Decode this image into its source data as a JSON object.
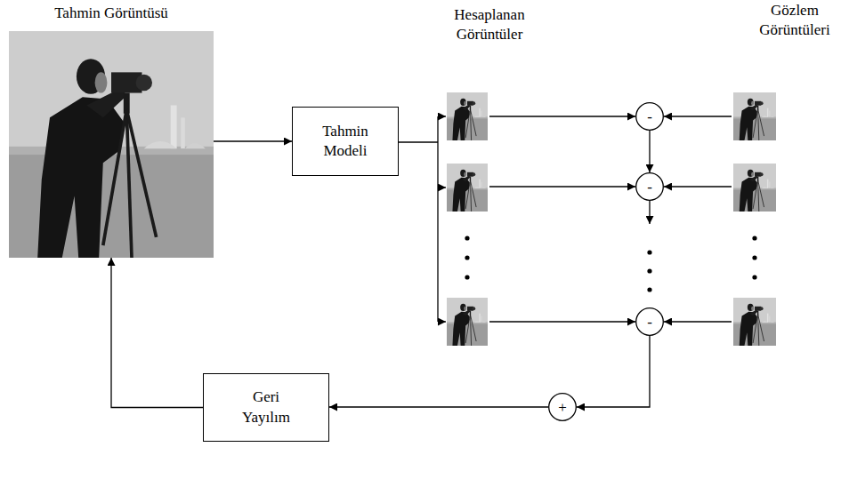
{
  "diagram": {
    "nodes": [
      {
        "text": [
          "Tahmin Görüntüsü"
        ]
      },
      {
        "text": [
          "Tahmin Modeli"
        ]
      },
      {
        "text": [
          "-"
        ]
      },
      {
        "text": [
          "-"
        ]
      },
      {
        "text": [
          "-"
        ]
      },
      {
        "text": [
          "+"
        ]
      },
      {
        "text": [
          "Geri Yayılım"
        ]
      }
    ],
    "edges": [
      {
        "from": 0,
        "to": 1,
        "arrow": "to"
      },
      {
        "from": 2,
        "to": 3,
        "arrow": "to"
      },
      {
        "from": 4,
        "to": 5,
        "arrow": "to"
      },
      {
        "from": 5,
        "to": 6,
        "arrow": "to"
      },
      {
        "from": 6,
        "to": 0,
        "arrow": "to"
      }
    ],
    "labels": [
      "Hesaplanan Görüntüler",
      "Gözlem Görüntüleri"
    ]
  }
}
